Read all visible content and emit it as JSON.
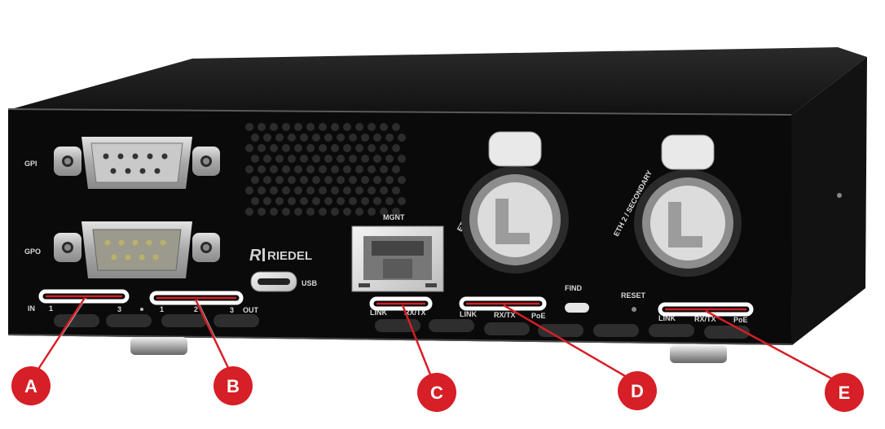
{
  "device": {
    "brand": "RIEDEL",
    "port_labels": {
      "gpi": "GPI",
      "gpo": "GPO",
      "usb": "USB",
      "mgnt": "MGNT",
      "eth1": "ETH 1 / PRIMARY",
      "eth2": "ETH 2 / SECONDARY",
      "find": "FIND",
      "reset": "RESET"
    },
    "gpio_labels": {
      "in": "IN",
      "in_1": "1",
      "in_3": "3",
      "out_1": "1",
      "out_2": "2",
      "out_3": "3",
      "out": "OUT"
    },
    "led_labels": {
      "mgnt_link": "LINK",
      "mgnt_rxtx": "RX/TX",
      "eth1_link": "LINK",
      "eth1_rxtx": "RX/TX",
      "eth1_poe": "PoE",
      "eth2_link": "LINK",
      "eth2_rxtx": "RX/TX",
      "eth2_poe": "PoE"
    }
  },
  "callouts": [
    "A",
    "B",
    "C",
    "D",
    "E"
  ],
  "colors": {
    "callout": "#d61f26",
    "chassis": "#0c0c0c",
    "chassis_top": "#1e1e1e",
    "silkscreen": "#d8d8d8"
  }
}
